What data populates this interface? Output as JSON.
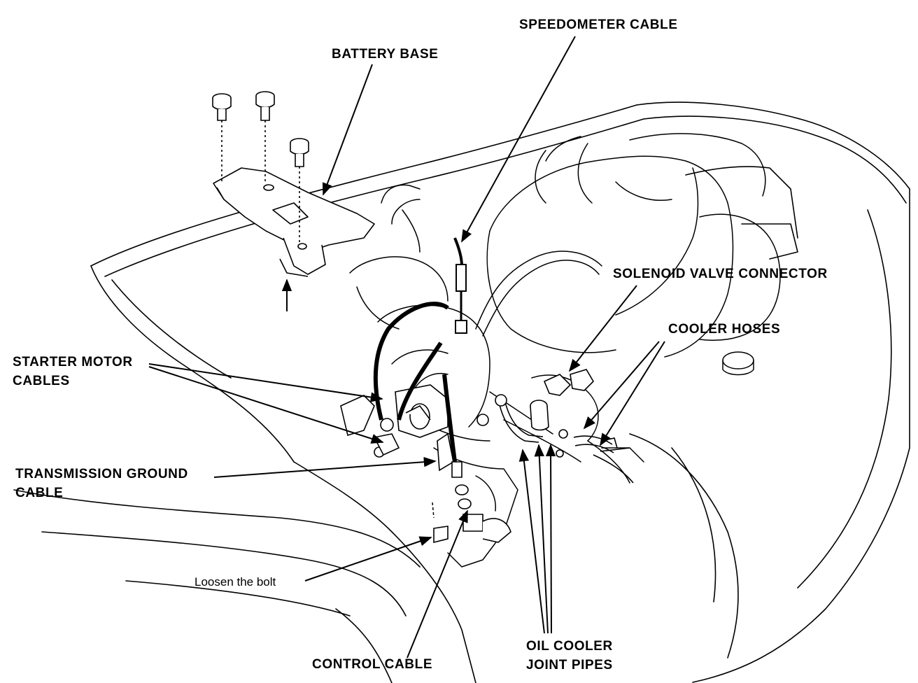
{
  "labels": {
    "speedometer_cable": "SPEEDOMETER CABLE",
    "battery_base": "BATTERY BASE",
    "solenoid_valve_connector": "SOLENOID VALVE CONNECTOR",
    "cooler_hoses": "COOLER HOSES",
    "starter_motor_cables": [
      "STARTER MOTOR",
      "CABLES"
    ],
    "transmission_ground_cable": [
      "TRANSMISSION GROUND",
      "CABLE"
    ],
    "loosen_the_bolt": "Loosen the bolt",
    "control_cable": "CONTROL CABLE",
    "oil_cooler_joint_pipes": [
      "OIL COOLER",
      "JOINT PIPES"
    ]
  },
  "colors": {
    "ink": "#000000",
    "paper": "#ffffff"
  }
}
